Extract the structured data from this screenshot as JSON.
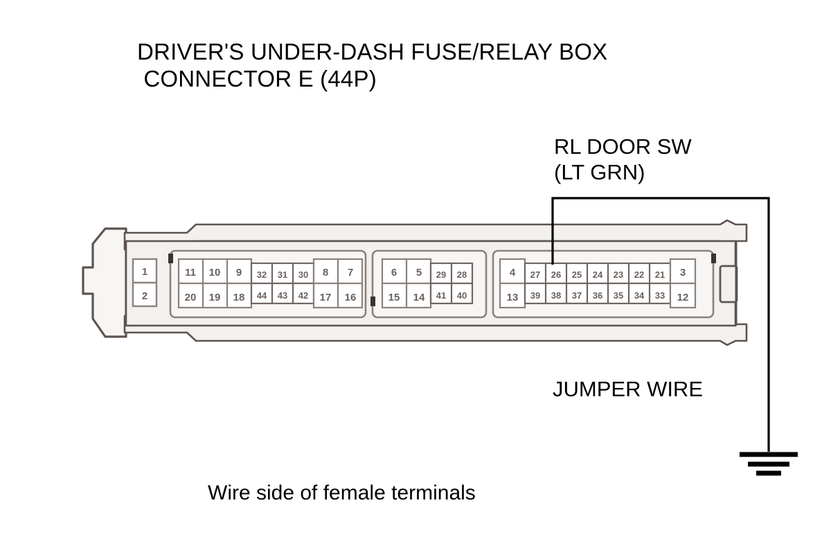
{
  "title": "DRIVER'S UNDER-DASH FUSE/RELAY BOX\n CONNECTOR E (44P)",
  "signal_label": "RL DOOR SW\n(LT GRN)",
  "jumper_label": "JUMPER WIRE",
  "caption": "Wire side of female terminals",
  "colors": {
    "outline": "#5d5450",
    "body_fill": "#f2f1ef",
    "cell_fill": "#ffffff",
    "pin_text": "#6a615e",
    "wire": "#000000",
    "page_bg": "#ffffff"
  },
  "connector": {
    "name": "CONNECTOR E",
    "pin_count": "44P",
    "standalone_block": {
      "top": [
        "1"
      ],
      "bottom": [
        "2"
      ]
    },
    "groups": [
      {
        "id": "group-left",
        "big_left": {
          "top": [
            "11",
            "10",
            "9"
          ],
          "bottom": [
            "20",
            "19",
            "18"
          ]
        },
        "small_mid": {
          "top": [
            "32",
            "31",
            "30"
          ],
          "bottom": [
            "44",
            "43",
            "42"
          ]
        },
        "big_right": {
          "top": [
            "8",
            "7"
          ],
          "bottom": [
            "17",
            "16"
          ]
        }
      },
      {
        "id": "group-middle",
        "big_left": {
          "top": [
            "6",
            "5"
          ],
          "bottom": [
            "15",
            "14"
          ]
        },
        "small_mid": {
          "top": [
            "29",
            "28"
          ],
          "bottom": [
            "41",
            "40"
          ]
        },
        "big_right": {
          "top": [],
          "bottom": []
        }
      },
      {
        "id": "group-right",
        "big_left": {
          "top": [
            "4"
          ],
          "bottom": [
            "13"
          ]
        },
        "small_mid": {
          "top": [
            "27",
            "26",
            "25",
            "24",
            "23",
            "22",
            "21"
          ],
          "bottom": [
            "39",
            "38",
            "37",
            "36",
            "35",
            "34",
            "33"
          ]
        },
        "big_right": {
          "top": [
            "3"
          ],
          "bottom": [
            "12"
          ]
        }
      }
    ]
  },
  "wire": {
    "probe_pin": "26",
    "ground_symbol": "earth-ground"
  }
}
